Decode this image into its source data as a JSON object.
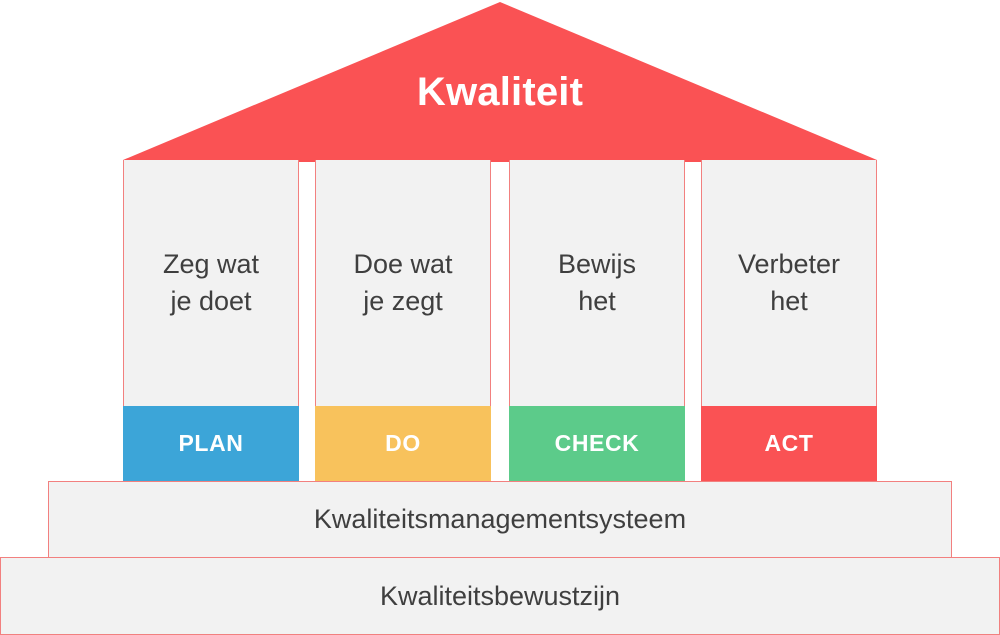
{
  "diagram": {
    "type": "quality-house",
    "roof": {
      "title": "Kwaliteit",
      "color": "#FA5254",
      "text_color": "#FFFFFF"
    },
    "pillars": [
      {
        "text": "Zeg wat\nje doet",
        "pdca_label": "PLAN",
        "pdca_color": "#3CA5D8"
      },
      {
        "text": "Doe wat\nje zegt",
        "pdca_label": "DO",
        "pdca_color": "#F8C25C"
      },
      {
        "text": "Bewijs\nhet",
        "pdca_label": "CHECK",
        "pdca_color": "#5CCB8A"
      },
      {
        "text": "Verbeter\nhet",
        "pdca_label": "ACT",
        "pdca_color": "#FA5254"
      }
    ],
    "base_layers": [
      {
        "text": "Kwaliteitsmanagementsysteem"
      },
      {
        "text": "Kwaliteitsbewustzijn"
      }
    ],
    "colors": {
      "panel_fill": "#F2F2F2",
      "panel_border": "#F2807F",
      "body_text": "#3F3F3F",
      "background": "#FFFFFF"
    }
  }
}
